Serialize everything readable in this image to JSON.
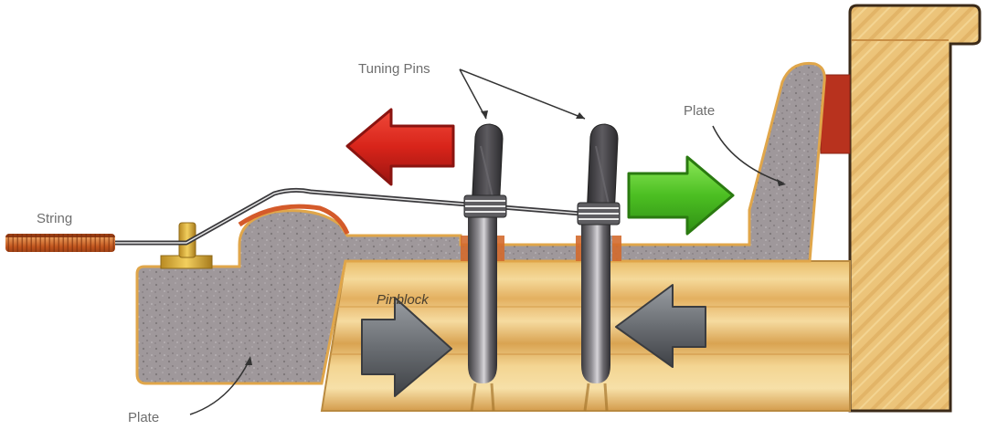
{
  "diagram": {
    "subject": "Piano tuning pin and pinblock cross-section",
    "labels": {
      "tuning_pins": "Tuning Pins",
      "string": "String",
      "plate_top": "Plate",
      "plate_bottom": "Plate",
      "pinblock": "Pinblock"
    },
    "arrows": [
      {
        "name": "red-arrow",
        "direction": "left",
        "color": "#d42a1e"
      },
      {
        "name": "green-arrow",
        "direction": "right",
        "color": "#4cbf22"
      },
      {
        "name": "gray-arrow-right",
        "direction": "right",
        "color": "#707478"
      },
      {
        "name": "gray-arrow-left",
        "direction": "left",
        "color": "#707478"
      }
    ],
    "colors": {
      "plate": "#9d9698",
      "plate_edge": "#e0a64a",
      "wood": "#ecc47a",
      "wood_dark": "#d7a14e",
      "felt": "#b8321e",
      "string_coil": "#c8642a",
      "pin": "#4b4a4d",
      "pin_light": "#8c8a8f",
      "brass": "#d8a635"
    }
  }
}
